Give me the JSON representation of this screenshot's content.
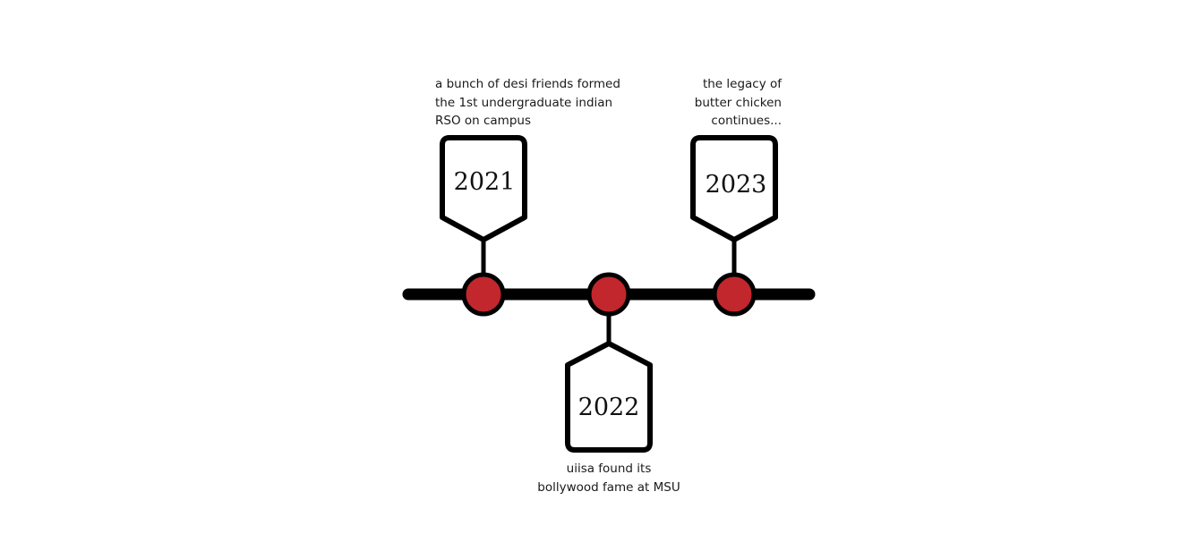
{
  "colors": {
    "line": "#000000",
    "node_fill": "#c1272d",
    "background": "#ffffff",
    "text": "#1a1a1a"
  },
  "milestones": [
    {
      "year": "2021",
      "caption_lines": [
        "a bunch of desi friends formed",
        "the 1st undergraduate indian",
        "RSO on campus"
      ]
    },
    {
      "year": "2022",
      "caption_lines": [
        "uiisa found its",
        "bollywood fame at MSU"
      ]
    },
    {
      "year": "2023",
      "caption_lines": [
        "the legacy of",
        "butter chicken",
        "continues..."
      ]
    }
  ]
}
